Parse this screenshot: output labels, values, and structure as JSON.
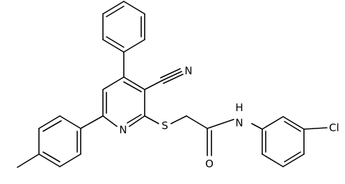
{
  "diagram": {
    "type": "chemical-structure",
    "background": "#ffffff",
    "bond_color": "#000000",
    "atom_labels": {
      "nitrile_n": "N",
      "pyridine_n": "N",
      "thioether_s": "S",
      "amide_nh": "N",
      "amide_h": "H",
      "carbonyl_o": "O",
      "chloro": "Cl"
    }
  }
}
